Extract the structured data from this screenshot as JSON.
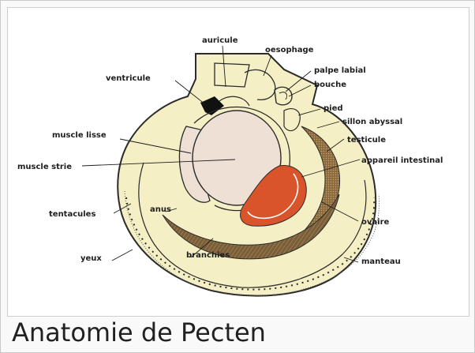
{
  "figure": {
    "labels": {
      "auricule": "auricule",
      "oesophage": "oesophage",
      "palpe_labial": "palpe labial",
      "bouche": "bouche",
      "ventricule": "ventricule",
      "pied": "pied",
      "sillon_abyssal": "sillon abyssal",
      "testicule": "testicule",
      "muscle_lisse": "muscle lisse",
      "appareil_intestinal": "appareil intestinal",
      "muscle_strie": "muscle strie",
      "tentacules": "tentacules",
      "anus": "anus",
      "ovaire": "ovaire",
      "yeux": "yeux",
      "branchies": "branchies",
      "manteau": "manteau"
    },
    "colors": {
      "shell": "#f4efc4",
      "outline": "#2b2b2b",
      "muscle": "#efe0d6",
      "ovary": "#d9542a",
      "gill": "#7a5e3a",
      "testis": "#8a6a3e",
      "heart": "#111111"
    }
  },
  "caption": "Anatomie de Pecten"
}
